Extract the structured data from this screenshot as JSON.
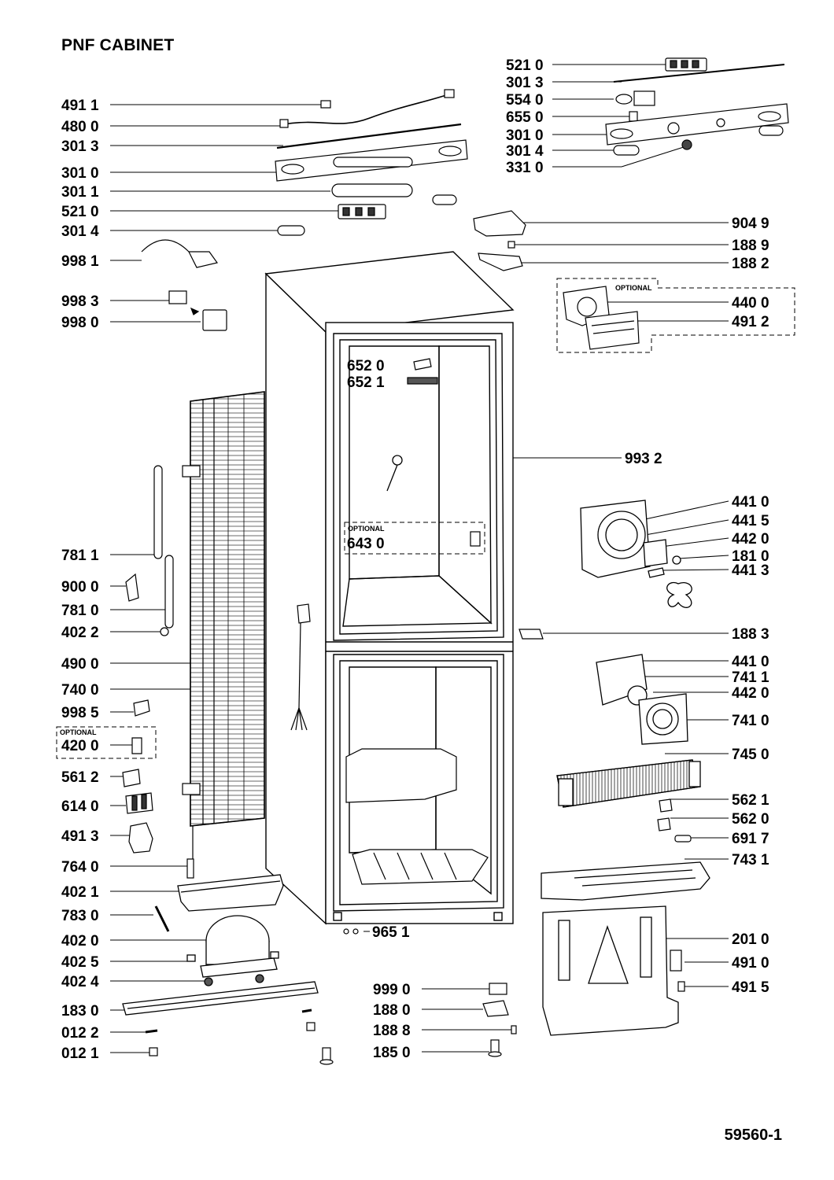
{
  "title": "PNF CABINET",
  "drawing_code": "59560-1",
  "optional_label": "OPTIONAL",
  "labels": {
    "l521_0_top": "521 0",
    "l301_3_top": "301 3",
    "l554_0": "554 0",
    "l655_0": "655 0",
    "l301_0_top": "301 0",
    "l301_4_top": "301 4",
    "l331_0": "331 0",
    "l491_1": "491 1",
    "l480_0": "480 0",
    "l301_3_left": "301 3",
    "l301_0_left": "301 0",
    "l301_1": "301 1",
    "l521_0_left": "521 0",
    "l301_4_left": "301 4",
    "l998_1": "998 1",
    "l998_3": "998 3",
    "l998_0": "998 0",
    "l904_9": "904 9",
    "l188_9": "188 9",
    "l188_2": "188 2",
    "l440_0": "440 0",
    "l491_2": "491 2",
    "l652_0": "652 0",
    "l652_1": "652 1",
    "l993_2": "993 2",
    "l643_0": "643 0",
    "l441_0_a": "441 0",
    "l441_5": "441 5",
    "l442_0_a": "442 0",
    "l181_0": "181 0",
    "l441_3": "441 3",
    "l781_1": "781 1",
    "l900_0": "900 0",
    "l781_0": "781 0",
    "l402_2": "402 2",
    "l188_3": "188 3",
    "l490_0": "490 0",
    "l740_0": "740 0",
    "l998_5": "998 5",
    "l420_0": "420 0",
    "l441_0_b": "441 0",
    "l741_1": "741 1",
    "l442_0_b": "442 0",
    "l741_0": "741 0",
    "l745_0": "745 0",
    "l561_2": "561 2",
    "l614_0": "614 0",
    "l562_1": "562 1",
    "l562_0": "562 0",
    "l491_3": "491 3",
    "l691_7": "691 7",
    "l764_0": "764 0",
    "l743_1": "743 1",
    "l402_1": "402 1",
    "l783_0": "783 0",
    "l965_1": "965 1",
    "l402_0": "402 0",
    "l201_0": "201 0",
    "l402_5": "402 5",
    "l491_0": "491 0",
    "l402_4": "402 4",
    "l999_0": "999 0",
    "l491_5": "491 5",
    "l183_0": "183 0",
    "l188_0": "188 0",
    "l012_2": "012 2",
    "l188_8": "188 8",
    "l012_1": "012 1",
    "l185_0": "185 0"
  }
}
